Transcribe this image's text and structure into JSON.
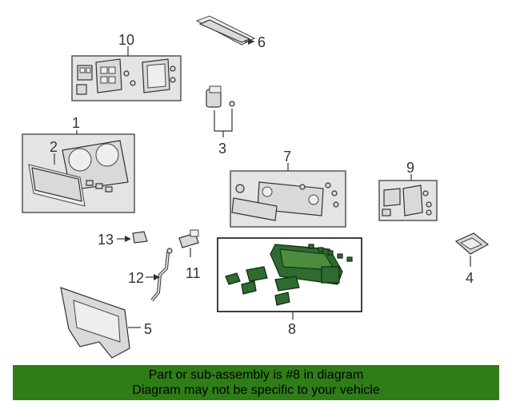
{
  "callouts": {
    "c1": "1",
    "c2": "2",
    "c3": "3",
    "c4": "4",
    "c5": "5",
    "c6": "6",
    "c7": "7",
    "c8": "8",
    "c9": "9",
    "c10": "10",
    "c11": "11",
    "c12": "12",
    "c13": "13"
  },
  "highlight_color": "#2f7d17",
  "notice": {
    "line1": "Part or sub-assembly is #8 in diagram",
    "line2": "Diagram may not be specific to your vehicle"
  }
}
